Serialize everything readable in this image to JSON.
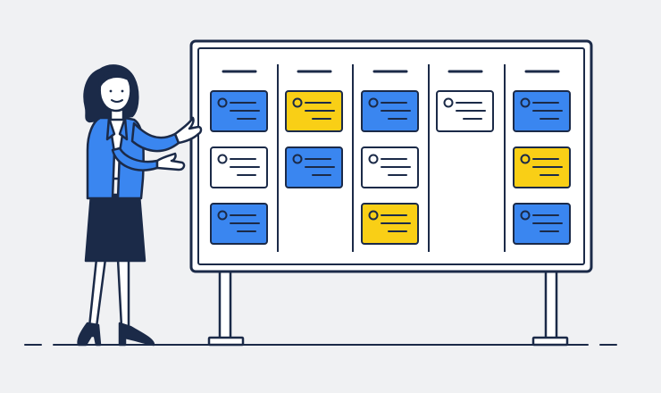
{
  "illustration": {
    "subject": "woman-presenting-kanban-board",
    "colors": {
      "background": "#f0f1f3",
      "outline": "#1b2a48",
      "board_fill": "#ffffff",
      "blue_card": "#3a86f0",
      "yellow_card": "#f9cf16",
      "white_card": "#ffffff",
      "jacket": "#3a86f0",
      "skirt": "#1b2a48",
      "hair": "#1b2a48",
      "skin": "#ffffff"
    },
    "board": {
      "column_count": 5,
      "columns": [
        {
          "cards": [
            "blue",
            "white",
            "blue"
          ]
        },
        {
          "cards": [
            "yellow",
            "blue"
          ]
        },
        {
          "cards": [
            "blue",
            "white",
            "yellow"
          ]
        },
        {
          "cards": [
            "white"
          ]
        },
        {
          "cards": [
            "blue",
            "yellow",
            "blue"
          ]
        }
      ]
    }
  }
}
